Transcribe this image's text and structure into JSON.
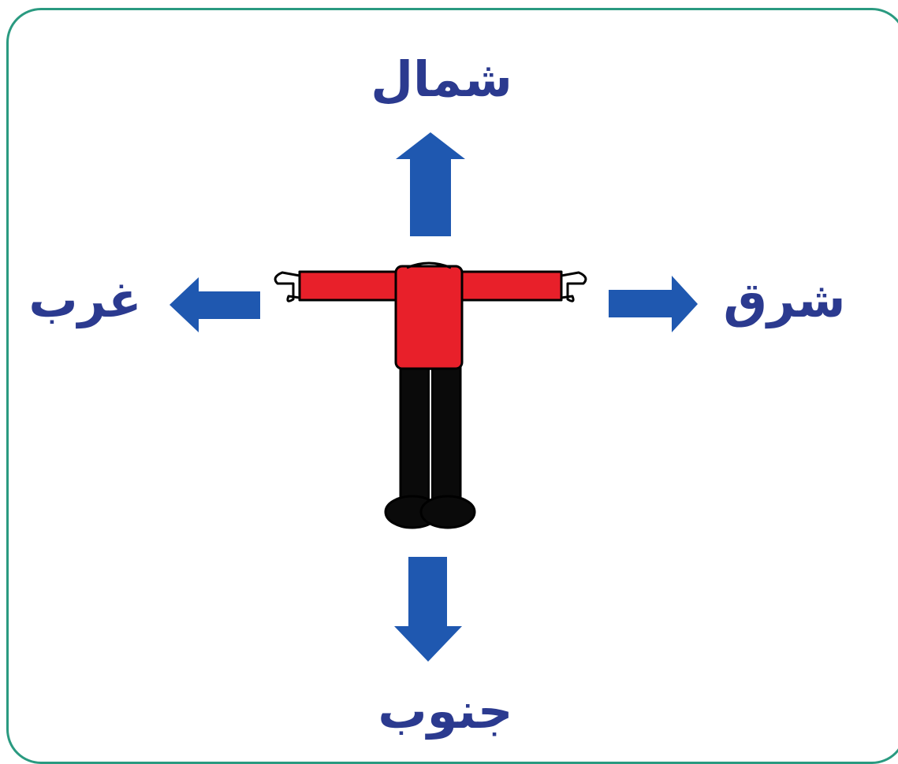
{
  "directions": {
    "north": "شمال",
    "south": "جنوب",
    "east": "شرق",
    "west": "غرب"
  },
  "colors": {
    "arrow": "#1f58b0",
    "label": "#2b3a8f",
    "frame": "#2a9a80",
    "shirt": "#e8202a",
    "trousers": "#0a0a0a"
  },
  "icons": {
    "figure": "person-arms-out-icon",
    "arrows": [
      "arrow-up-icon",
      "arrow-down-icon",
      "arrow-left-icon",
      "arrow-right-icon"
    ]
  }
}
